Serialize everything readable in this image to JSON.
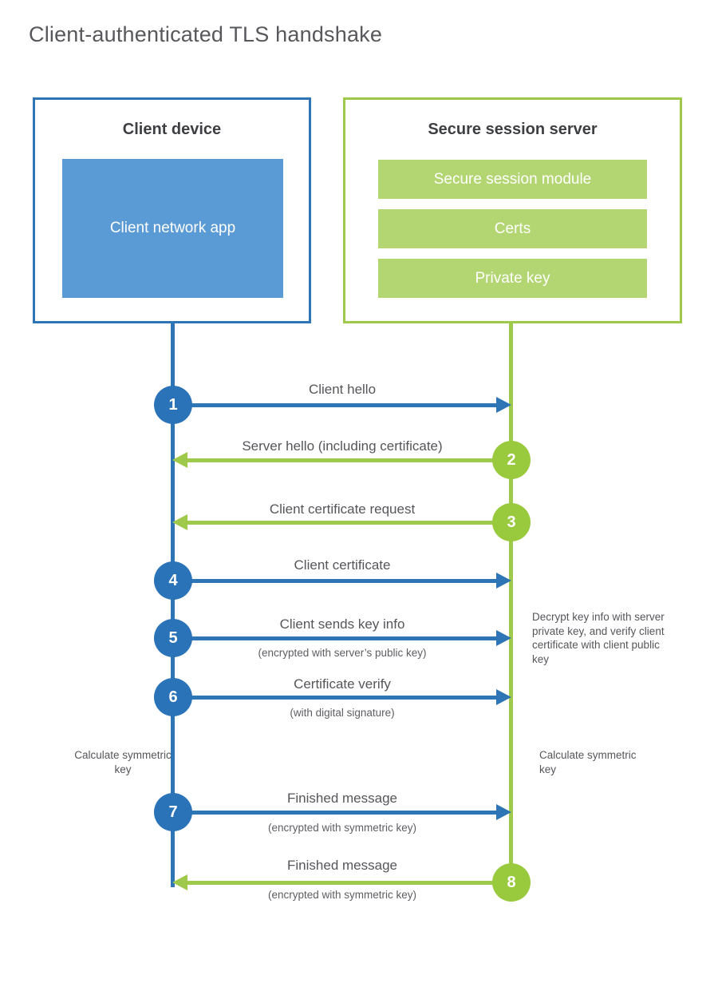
{
  "page": {
    "title": "Client-authenticated TLS handshake"
  },
  "client": {
    "title": "Client device",
    "app_label": "Client network app"
  },
  "server": {
    "title": "Secure session server",
    "modules": [
      "Secure session module",
      "Certs",
      "Private key"
    ]
  },
  "steps": [
    {
      "num": "1",
      "actor": "client",
      "direction": "right",
      "label": "Client hello",
      "sublabel": ""
    },
    {
      "num": "2",
      "actor": "server",
      "direction": "left",
      "label": "Server hello (including certificate)",
      "sublabel": ""
    },
    {
      "num": "3",
      "actor": "server",
      "direction": "left",
      "label": "Client certificate request",
      "sublabel": ""
    },
    {
      "num": "4",
      "actor": "client",
      "direction": "right",
      "label": "Client certificate",
      "sublabel": ""
    },
    {
      "num": "5",
      "actor": "client",
      "direction": "right",
      "label": "Client sends key info",
      "sublabel": "(encrypted with server’s public key)"
    },
    {
      "num": "6",
      "actor": "client",
      "direction": "right",
      "label": "Certificate verify",
      "sublabel": "(with digital signature)"
    },
    {
      "num": "7",
      "actor": "client",
      "direction": "right",
      "label": "Finished message",
      "sublabel": "(encrypted with symmetric key)"
    },
    {
      "num": "8",
      "actor": "server",
      "direction": "left",
      "label": "Finished message",
      "sublabel": "(encrypted with symmetric key)"
    }
  ],
  "annotations": {
    "decrypt_note": "Decrypt key info with server private key, and verify client certificate with client public key",
    "calc_left": "Calculate symmetric key",
    "calc_right": "Calculate symmetric key"
  },
  "colors": {
    "client_blue": "#2e75b6",
    "client_fill": "#5b9bd5",
    "server_green": "#9ec94b",
    "server_fill": "#b3d572",
    "text_gray": "#55565a"
  }
}
